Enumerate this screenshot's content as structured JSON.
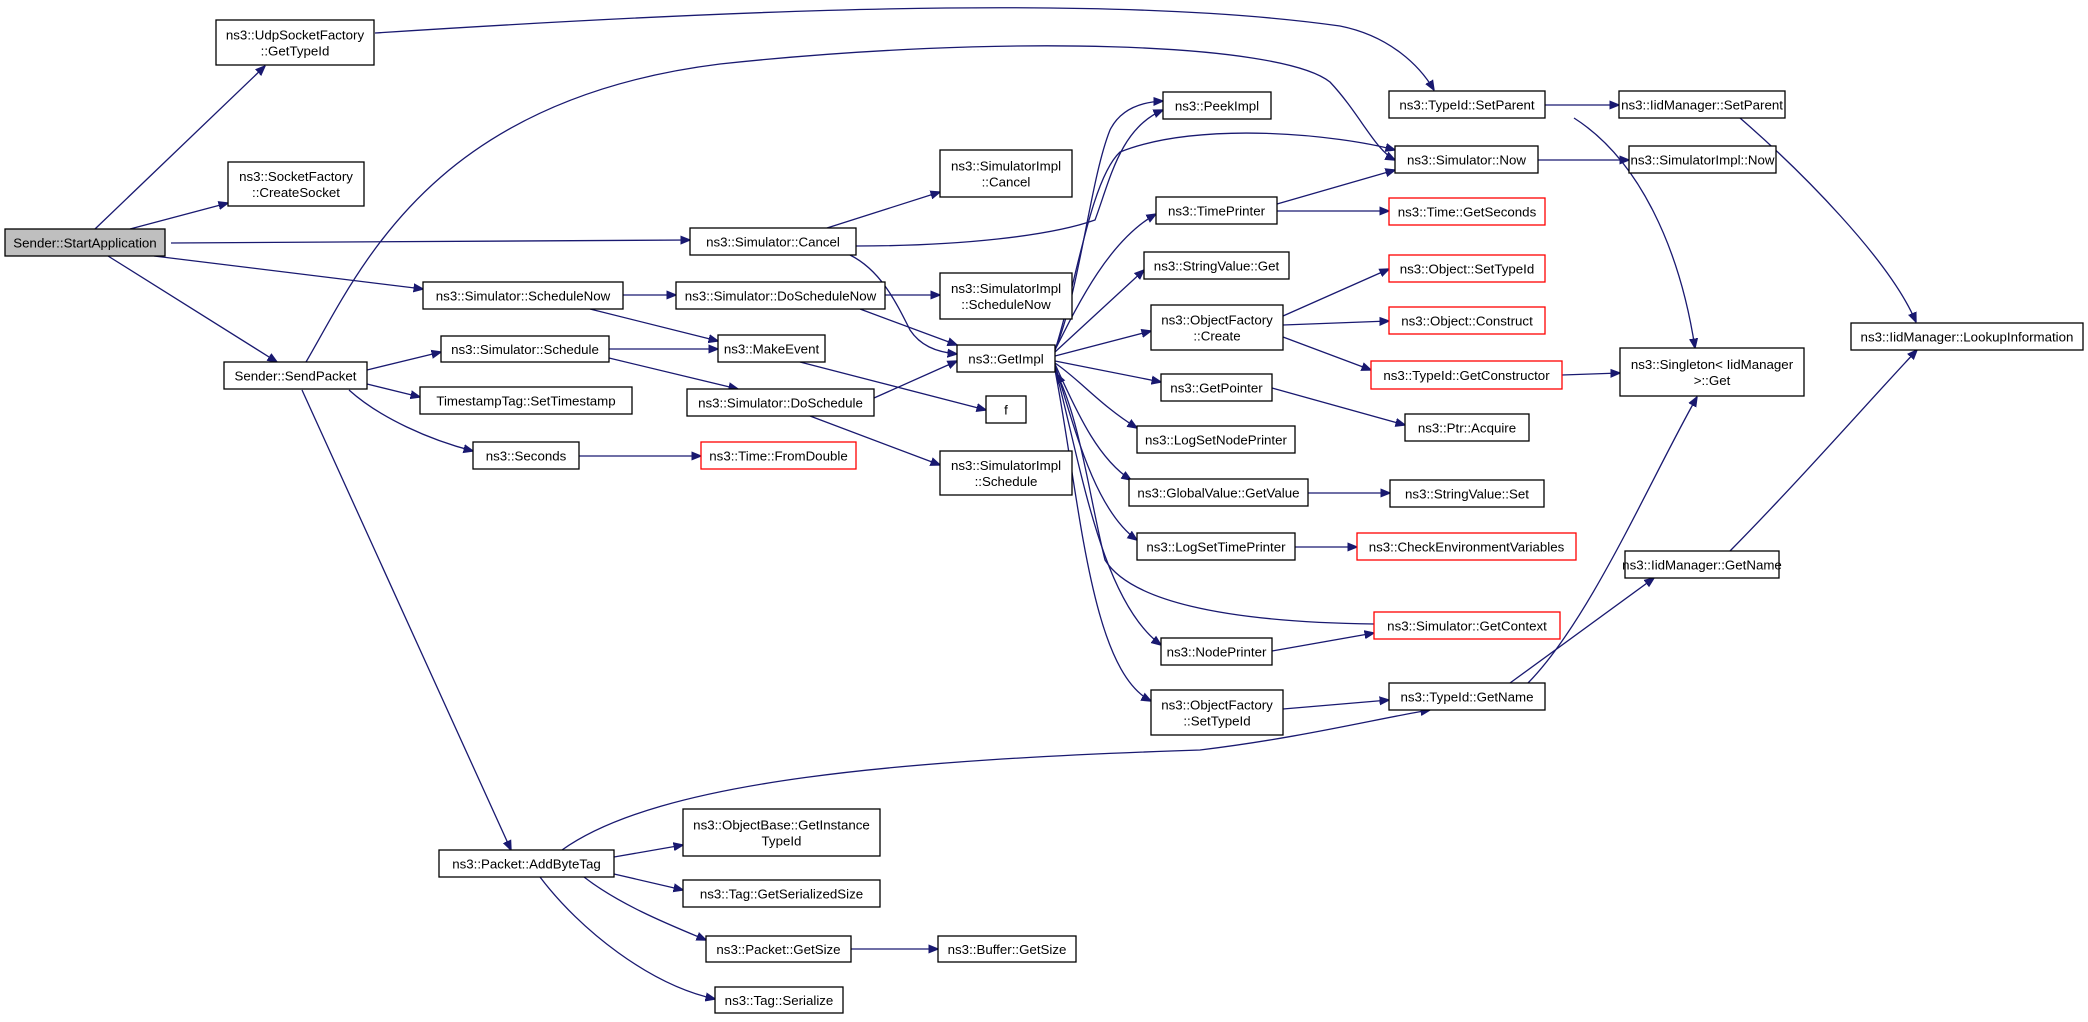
{
  "colors": {
    "edge": "#191970",
    "highlight_border": "#ff0000",
    "root_fill": "#bfbfbf"
  },
  "nodes": [
    {
      "id": "start",
      "lines": [
        "Sender::StartApplication"
      ],
      "root": true
    },
    {
      "id": "udpsf",
      "lines": [
        "ns3::UdpSocketFactory",
        "::GetTypeId"
      ]
    },
    {
      "id": "sfcs",
      "lines": [
        "ns3::SocketFactory",
        "::CreateSocket"
      ]
    },
    {
      "id": "sendpkt",
      "lines": [
        "Sender::SendPacket"
      ]
    },
    {
      "id": "schednow",
      "lines": [
        "ns3::Simulator::ScheduleNow"
      ]
    },
    {
      "id": "sched",
      "lines": [
        "ns3::Simulator::Schedule"
      ]
    },
    {
      "id": "tsset",
      "lines": [
        "TimestampTag::SetTimestamp"
      ]
    },
    {
      "id": "seconds",
      "lines": [
        "ns3::Seconds"
      ]
    },
    {
      "id": "addbt",
      "lines": [
        "ns3::Packet::AddByteTag"
      ]
    },
    {
      "id": "cancel",
      "lines": [
        "ns3::Simulator::Cancel"
      ]
    },
    {
      "id": "dosn",
      "lines": [
        "ns3::Simulator::DoScheduleNow"
      ]
    },
    {
      "id": "mkev",
      "lines": [
        "ns3::MakeEvent"
      ]
    },
    {
      "id": "dosched",
      "lines": [
        "ns3::Simulator::DoSchedule"
      ]
    },
    {
      "id": "fromdbl",
      "lines": [
        "ns3::Time::FromDouble"
      ],
      "red": true
    },
    {
      "id": "obgit",
      "lines": [
        "ns3::ObjectBase::GetInstance",
        "TypeId"
      ]
    },
    {
      "id": "taggss",
      "lines": [
        "ns3::Tag::GetSerializedSize"
      ]
    },
    {
      "id": "pktgs",
      "lines": [
        "ns3::Packet::GetSize"
      ]
    },
    {
      "id": "tagser",
      "lines": [
        "ns3::Tag::Serialize"
      ]
    },
    {
      "id": "sicancel",
      "lines": [
        "ns3::SimulatorImpl",
        "::Cancel"
      ]
    },
    {
      "id": "sisn",
      "lines": [
        "ns3::SimulatorImpl",
        "::ScheduleNow"
      ]
    },
    {
      "id": "getimpl",
      "lines": [
        "ns3::GetImpl"
      ]
    },
    {
      "id": "fnode",
      "lines": [
        "f"
      ]
    },
    {
      "id": "sisched",
      "lines": [
        "ns3::SimulatorImpl",
        "::Schedule"
      ]
    },
    {
      "id": "bufgs",
      "lines": [
        "ns3::Buffer::GetSize"
      ]
    },
    {
      "id": "peek",
      "lines": [
        "ns3::PeekImpl"
      ]
    },
    {
      "id": "tprint",
      "lines": [
        "ns3::TimePrinter"
      ]
    },
    {
      "id": "svget",
      "lines": [
        "ns3::StringValue::Get"
      ]
    },
    {
      "id": "ofc",
      "lines": [
        "ns3::ObjectFactory",
        "::Create"
      ]
    },
    {
      "id": "getptr",
      "lines": [
        "ns3::GetPointer"
      ]
    },
    {
      "id": "lsnp",
      "lines": [
        "ns3::LogSetNodePrinter"
      ]
    },
    {
      "id": "gvgv",
      "lines": [
        "ns3::GlobalValue::GetValue"
      ]
    },
    {
      "id": "lstp",
      "lines": [
        "ns3::LogSetTimePrinter"
      ]
    },
    {
      "id": "nodep",
      "lines": [
        "ns3::NodePrinter"
      ]
    },
    {
      "id": "ofst",
      "lines": [
        "ns3::ObjectFactory",
        "::SetTypeId"
      ]
    },
    {
      "id": "tisp",
      "lines": [
        "ns3::TypeId::SetParent"
      ]
    },
    {
      "id": "simnow",
      "lines": [
        "ns3::Simulator::Now"
      ]
    },
    {
      "id": "timegs",
      "lines": [
        "ns3::Time::GetSeconds"
      ],
      "red": true
    },
    {
      "id": "objst",
      "lines": [
        "ns3::Object::SetTypeId"
      ],
      "red": true
    },
    {
      "id": "objcon",
      "lines": [
        "ns3::Object::Construct"
      ],
      "red": true
    },
    {
      "id": "tigc",
      "lines": [
        "ns3::TypeId::GetConstructor"
      ],
      "red": true
    },
    {
      "id": "ptracq",
      "lines": [
        "ns3::Ptr::Acquire"
      ]
    },
    {
      "id": "svset",
      "lines": [
        "ns3::StringValue::Set"
      ]
    },
    {
      "id": "cev",
      "lines": [
        "ns3::CheckEnvironmentVariables"
      ],
      "red": true
    },
    {
      "id": "simgc",
      "lines": [
        "ns3::Simulator::GetContext"
      ],
      "red": true
    },
    {
      "id": "tign",
      "lines": [
        "ns3::TypeId::GetName"
      ]
    },
    {
      "id": "iidsp",
      "lines": [
        "ns3::IidManager::SetParent"
      ]
    },
    {
      "id": "siminow",
      "lines": [
        "ns3::SimulatorImpl::Now"
      ]
    },
    {
      "id": "singget",
      "lines": [
        "ns3::Singleton< IidManager",
        ">::Get"
      ]
    },
    {
      "id": "iidgn",
      "lines": [
        "ns3::IidManager::GetName"
      ]
    },
    {
      "id": "iidli",
      "lines": [
        "ns3::IidManager::LookupInformation"
      ]
    }
  ]
}
